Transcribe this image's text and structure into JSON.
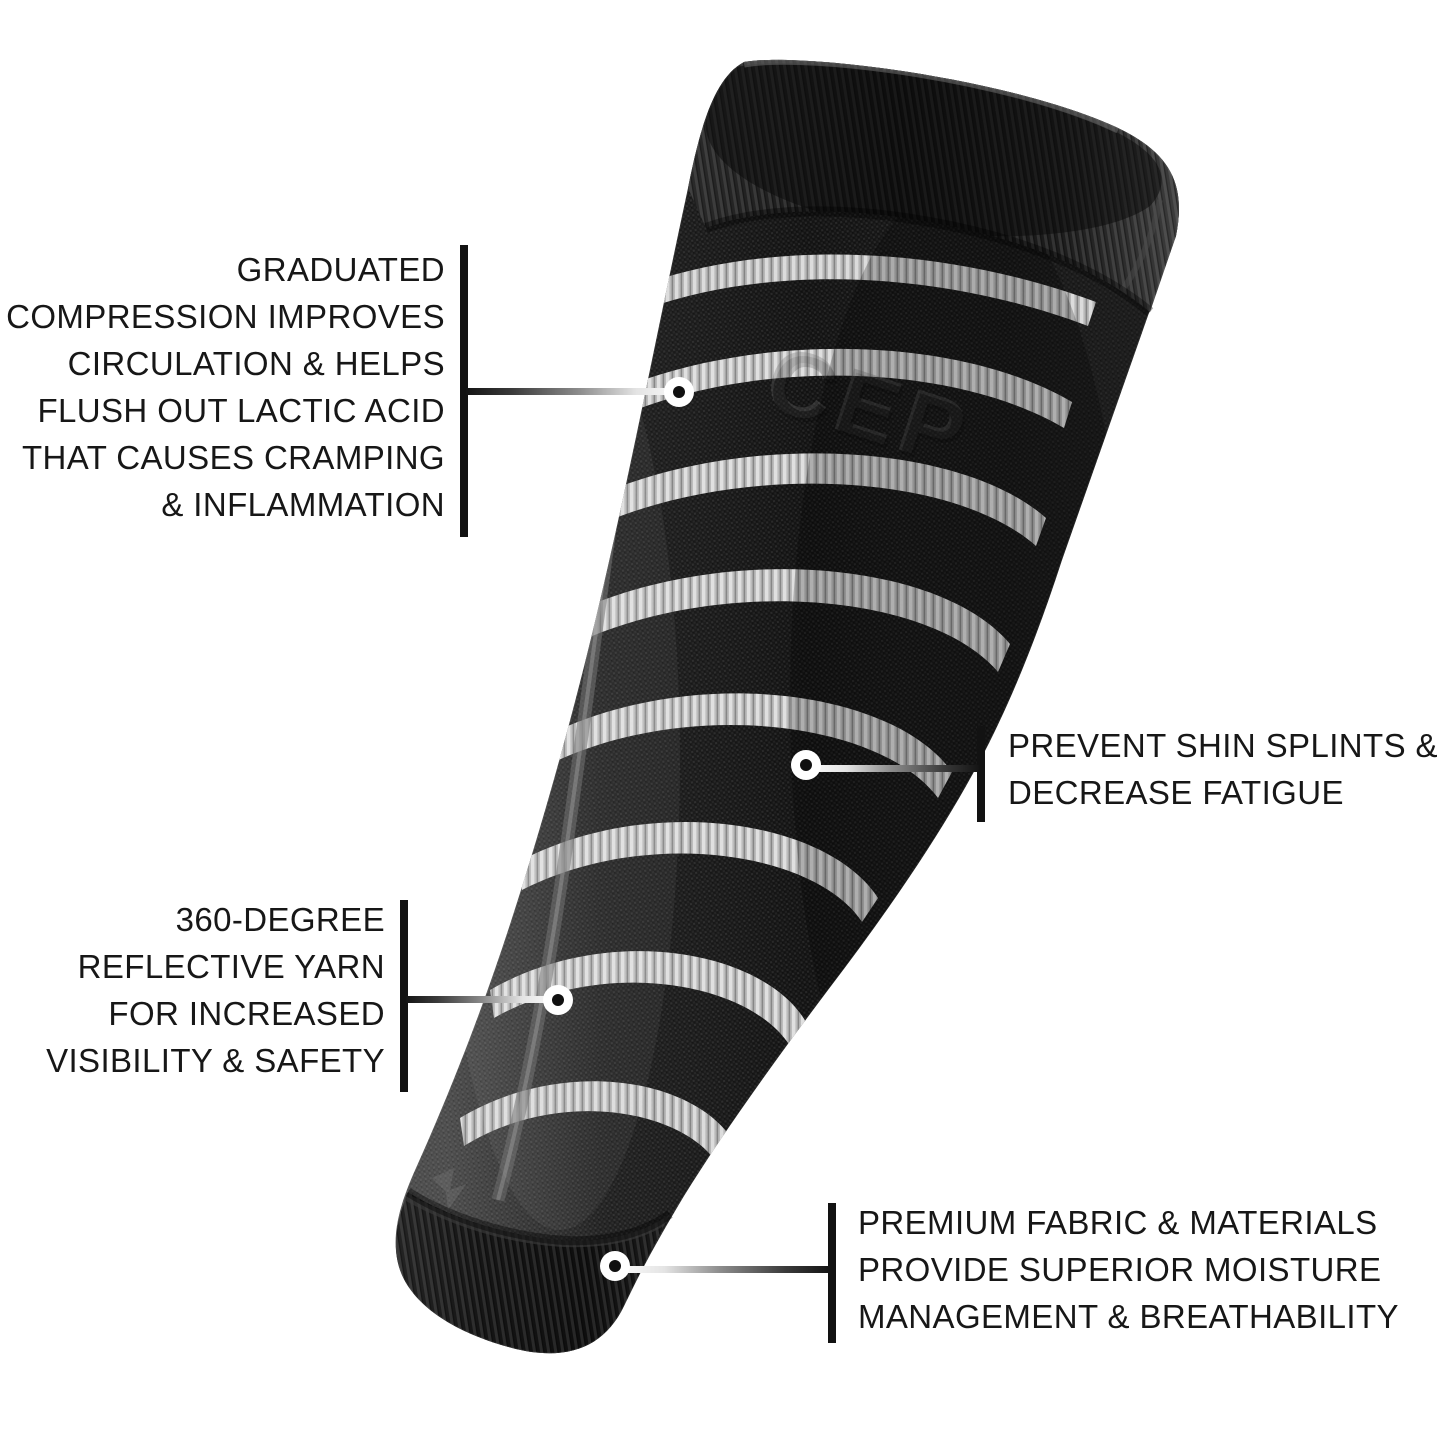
{
  "product": {
    "name": "compression-calf-sleeve",
    "brand_logo_text": "CEP",
    "colors": {
      "fabric_black": "#151515",
      "fabric_dark": "#242424",
      "fabric_mid": "#343434",
      "reflective_yarn": "#c9c9c9",
      "reflective_bright": "#e8e8e8",
      "seam_gray": "#5a5a5a",
      "background": "#ffffff",
      "text": "#171717",
      "bracket": "#121212"
    }
  },
  "callouts": [
    {
      "id": "graduated-compression",
      "align": "right",
      "lines": [
        "GRADUATED",
        "COMPRESSION IMPROVES",
        "CIRCULATION & HELPS",
        "FLUSH OUT LACTIC ACID",
        "THAT CAUSES CRAMPING",
        "& INFLAMMATION"
      ]
    },
    {
      "id": "prevent-shin-splints",
      "align": "left",
      "lines": [
        "PREVENT SHIN SPLINTS &",
        "DECREASE FATIGUE"
      ]
    },
    {
      "id": "reflective-yarn",
      "align": "right",
      "lines": [
        "360-DEGREE",
        "REFLECTIVE YARN",
        "FOR INCREASED",
        "VISIBILITY & SAFETY"
      ]
    },
    {
      "id": "premium-fabric",
      "align": "left",
      "lines": [
        "PREMIUM FABRIC & MATERIALS",
        "PROVIDE SUPERIOR MOISTURE",
        "MANAGEMENT & BREATHABILITY"
      ]
    }
  ]
}
